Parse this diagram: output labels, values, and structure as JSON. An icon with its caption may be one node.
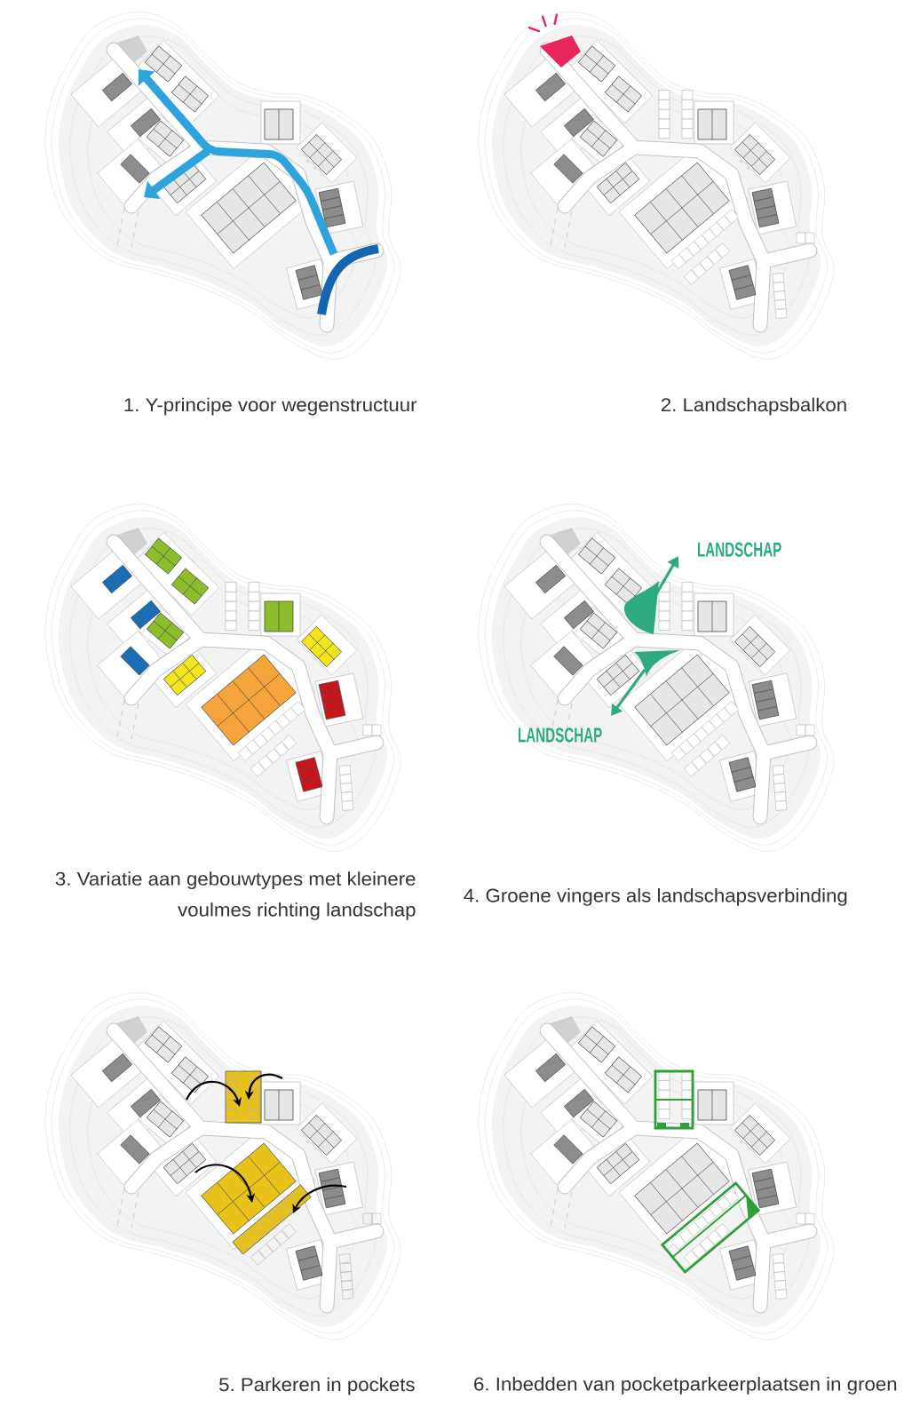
{
  "diagram": {
    "labels": [
      "1. Y-principe voor wegenstructuur",
      "2. Landschapsbalkon",
      "LANDSCHAP",
      "LANDSCHAP",
      "3. Variatie aan gebouwtypes met kleinere voulmes richting landschap",
      "4. Groene vingers als landschapsverbinding",
      "5. Parkeren in pockets",
      "6. Inbedden van pocketparkeerplaatsen in groen"
    ]
  }
}
